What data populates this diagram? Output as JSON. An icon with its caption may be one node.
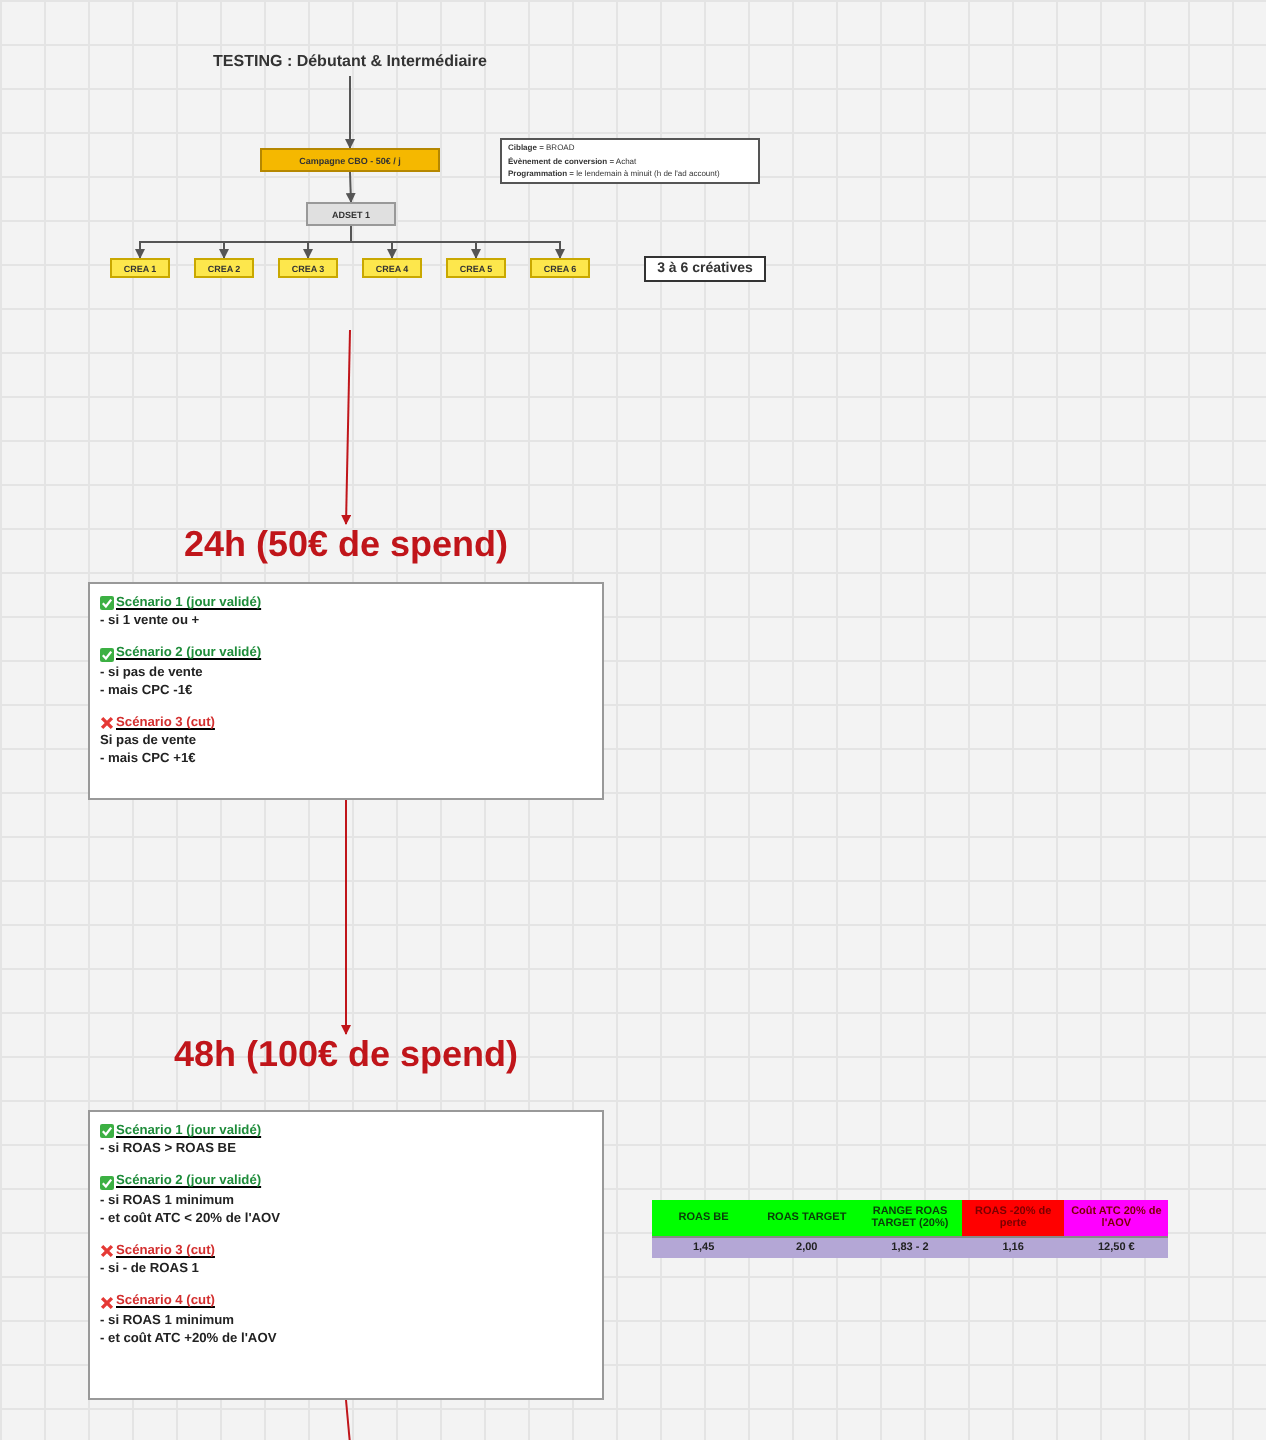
{
  "diagram": {
    "nodes": [
      {
        "text": [
          "TESTING : Débutant & Intermédiaire"
        ]
      },
      {
        "text": [
          "Campagne CBO - 50€ / j"
        ]
      },
      {
        "text": [
          "**Ciblage** = BROAD",
          "**Évènement de conversion** = Achat",
          "**Programmation** = le lendemain à minuit (h de l'ad account)"
        ]
      },
      {
        "text": [
          "ADSET 1"
        ]
      },
      {
        "text": [
          "CREA 1"
        ]
      },
      {
        "text": [
          "CREA 2"
        ]
      },
      {
        "text": [
          "CREA 3"
        ]
      },
      {
        "text": [
          "CREA 4"
        ]
      },
      {
        "text": [
          "CREA 5"
        ]
      },
      {
        "text": [
          "CREA 6"
        ]
      },
      {
        "text": [
          "3 à 6 créatives"
        ]
      },
      {
        "text": [
          "24h (50€ de spend)",
          "Scénario 1 (jour validé)",
          "- si 1 vente ou +",
          "Scénario 2 (jour validé)",
          "- si pas de vente",
          "- mais CPC -1€",
          "Scénario 3 (cut)",
          "Si pas de vente",
          "- mais CPC +1€"
        ]
      },
      {
        "text": [
          "48h (100€ de spend)",
          "Scénario 1 (jour validé)",
          "- si ROAS > ROAS BE",
          "Scénario 2 (jour validé)",
          "- si ROAS 1 minimum",
          "- et coût ATC < 20% de l'AOV",
          "Scénario 3 (cut)",
          "- si - de ROAS 1",
          "Scénario 4 (cut)",
          "- si ROAS 1 minimum",
          "- et coût ATC +20% de l'AOV"
        ]
      }
    ],
    "edges": [
      {
        "from": 0,
        "to": 1,
        "arrow": "to"
      },
      {
        "from": 1,
        "to": 3,
        "arrow": "to"
      },
      {
        "from": 3,
        "to": 4,
        "arrow": "to"
      },
      {
        "from": 3,
        "to": 5,
        "arrow": "to"
      },
      {
        "from": 3,
        "to": 6,
        "arrow": "to"
      },
      {
        "from": 3,
        "to": 7,
        "arrow": "to"
      },
      {
        "from": 3,
        "to": 8,
        "arrow": "to"
      },
      {
        "from": 3,
        "to": 9,
        "arrow": "to"
      },
      {
        "from": null,
        "to": 11,
        "arrow": "to",
        "color": "#c0151a"
      },
      {
        "from": 11,
        "to": 12,
        "arrow": "to",
        "color": "#c0151a"
      },
      {
        "from": 12,
        "to": null,
        "arrow": "none",
        "color": "#c0151a"
      }
    ],
    "labels": [
      "ROAS BE",
      "ROAS TARGET",
      "RANGE ROAS TARGET (20%)",
      "ROAS -20% de perte",
      "Coût ATC 20% de l'AOV",
      "1,45",
      "2,00",
      "1,83 - 2",
      "1,16",
      "12,50 €"
    ]
  }
}
